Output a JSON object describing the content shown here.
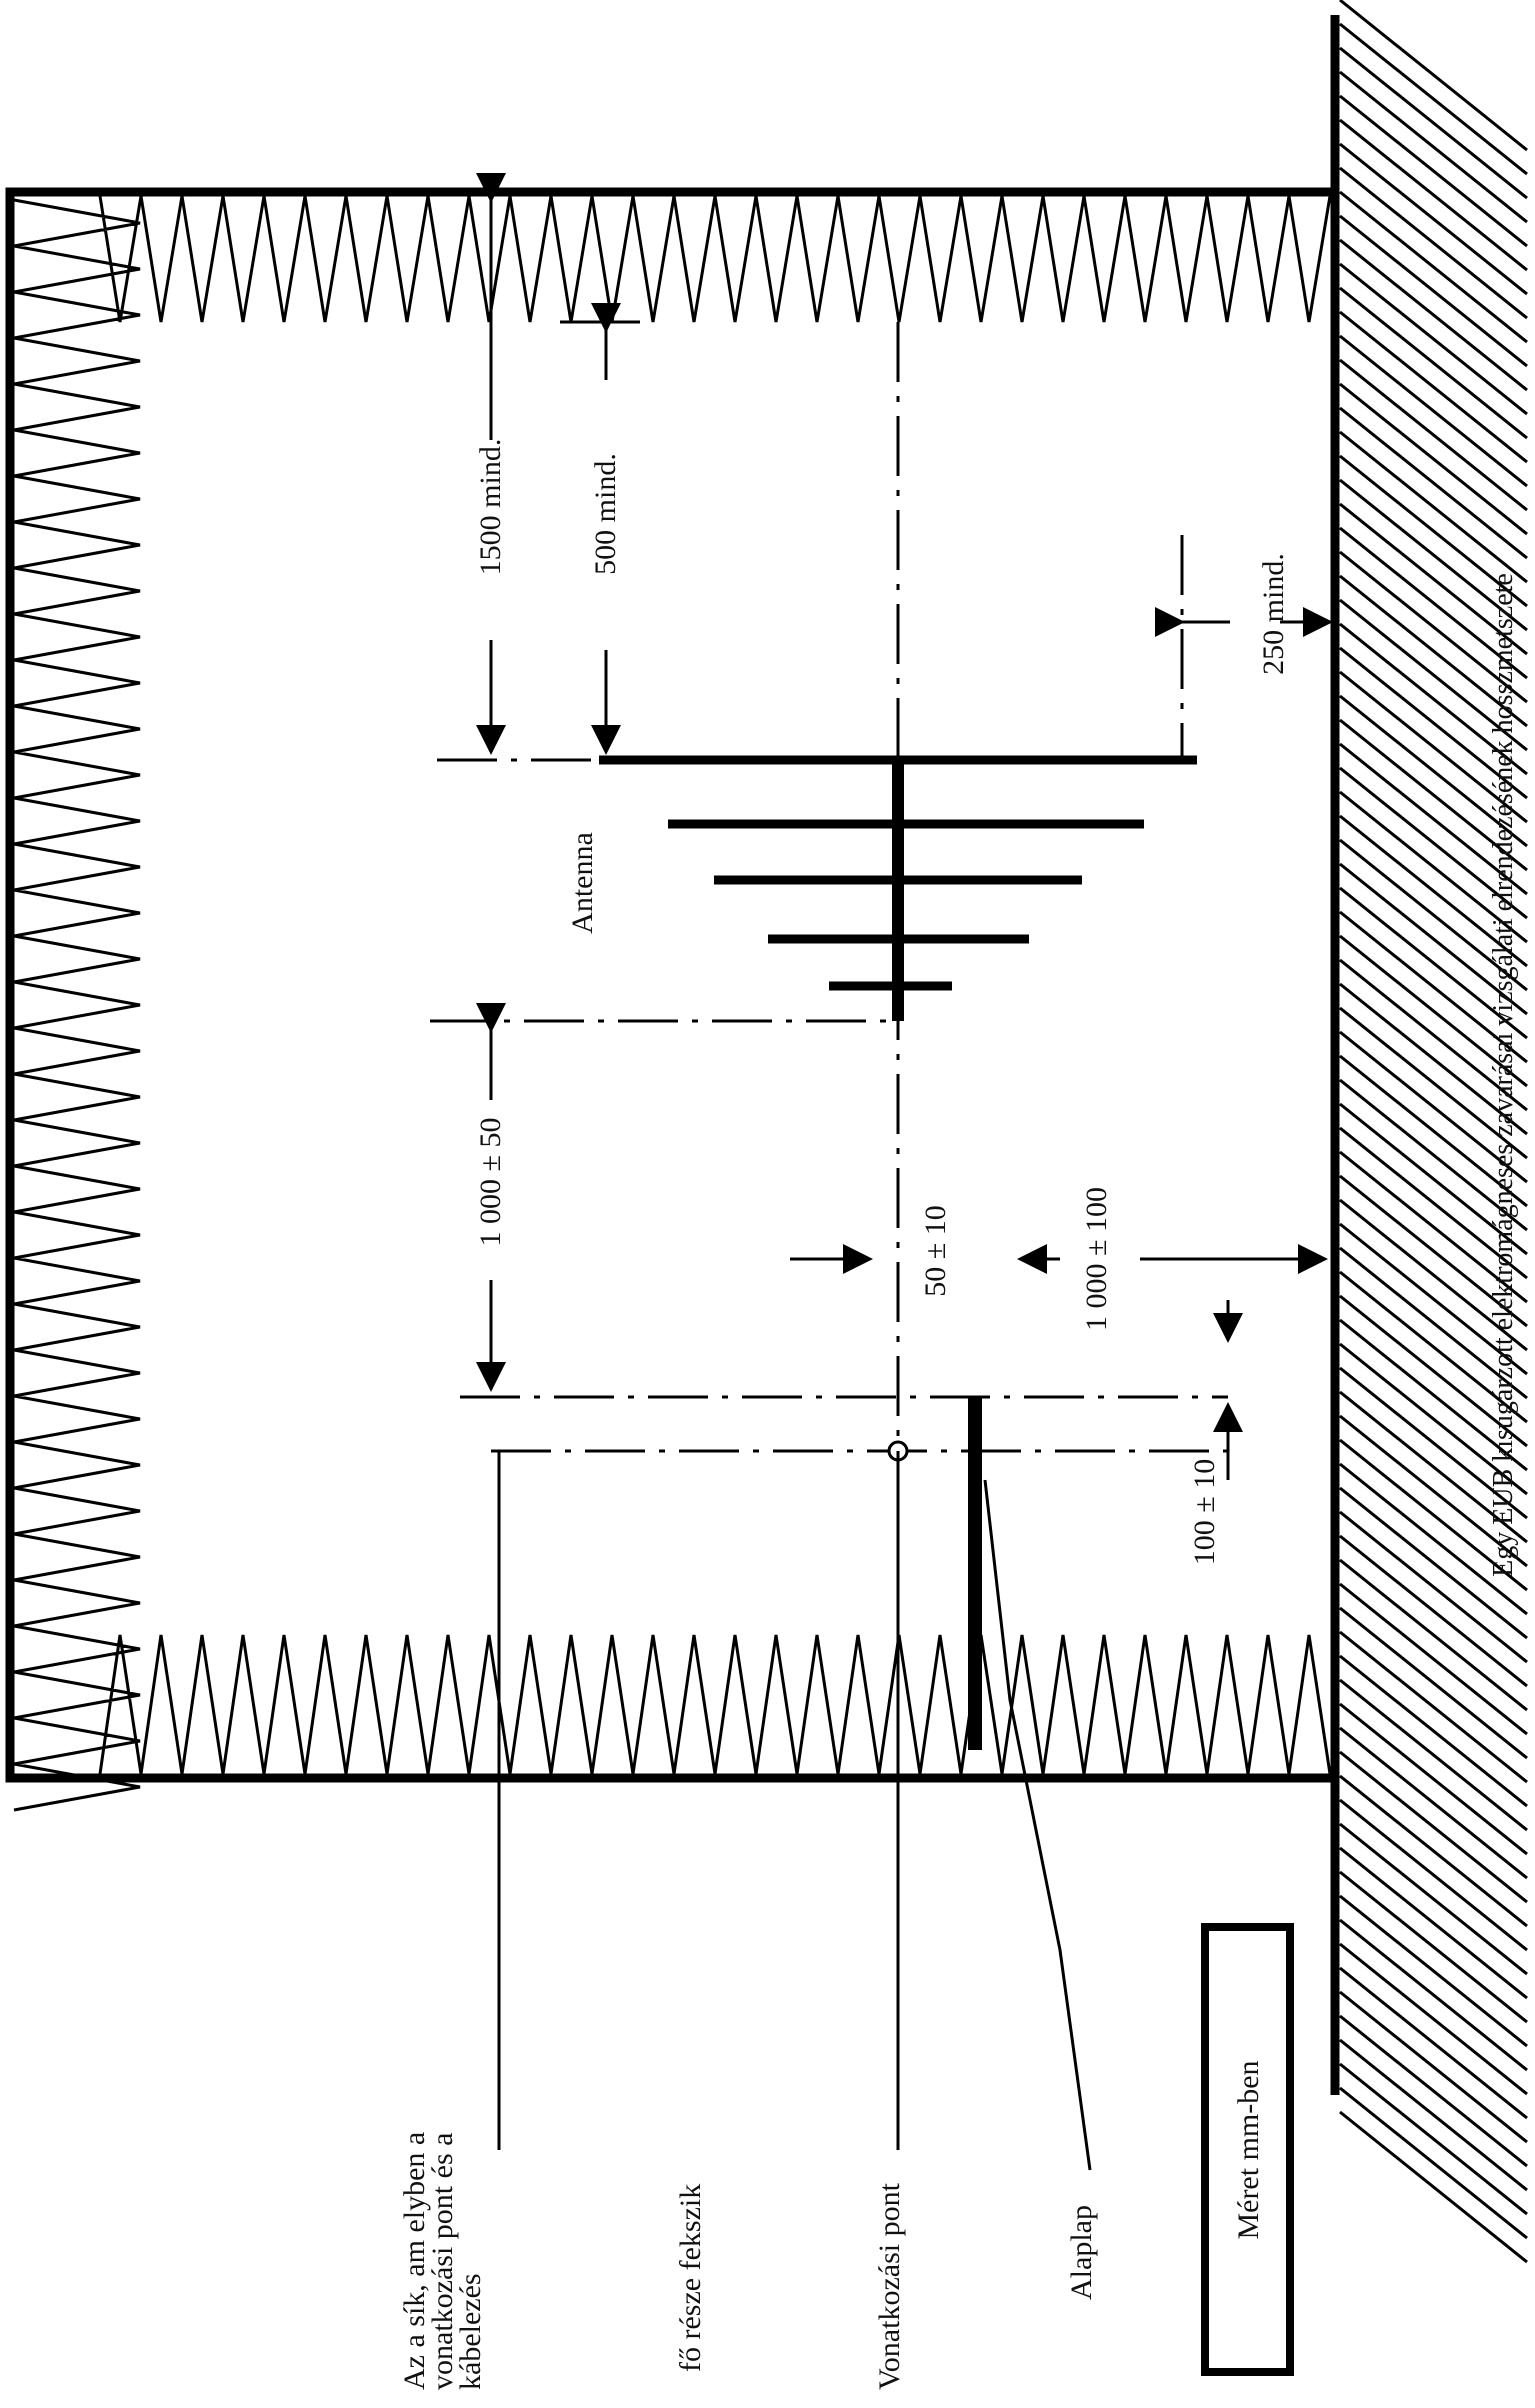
{
  "caption": "Egy EUB kisugárzott elektromágneses zavarásai vizsgálati elrendezésének hosszmetszete",
  "dimensions": {
    "d1500": "1500 mind.",
    "d500": "500 mind.",
    "d250": "250 mind.",
    "d1000_50": "1 000 ± 50",
    "d50_10": "50 ± 10",
    "d1000_100": "1 000 ± 100",
    "d100_10": "100 ± 10"
  },
  "labels": {
    "antenna": "Antenna",
    "plane_line1": "Az a sík, am elyben a",
    "plane_line2": "vonatkozási pont és a",
    "plane_line3": "kábelezés",
    "plane_line4": "fő része fekszik",
    "reference_point": "Vonatkozási pont",
    "ground_plane": "Alaplap",
    "units_note": "Méret mm-ben"
  }
}
